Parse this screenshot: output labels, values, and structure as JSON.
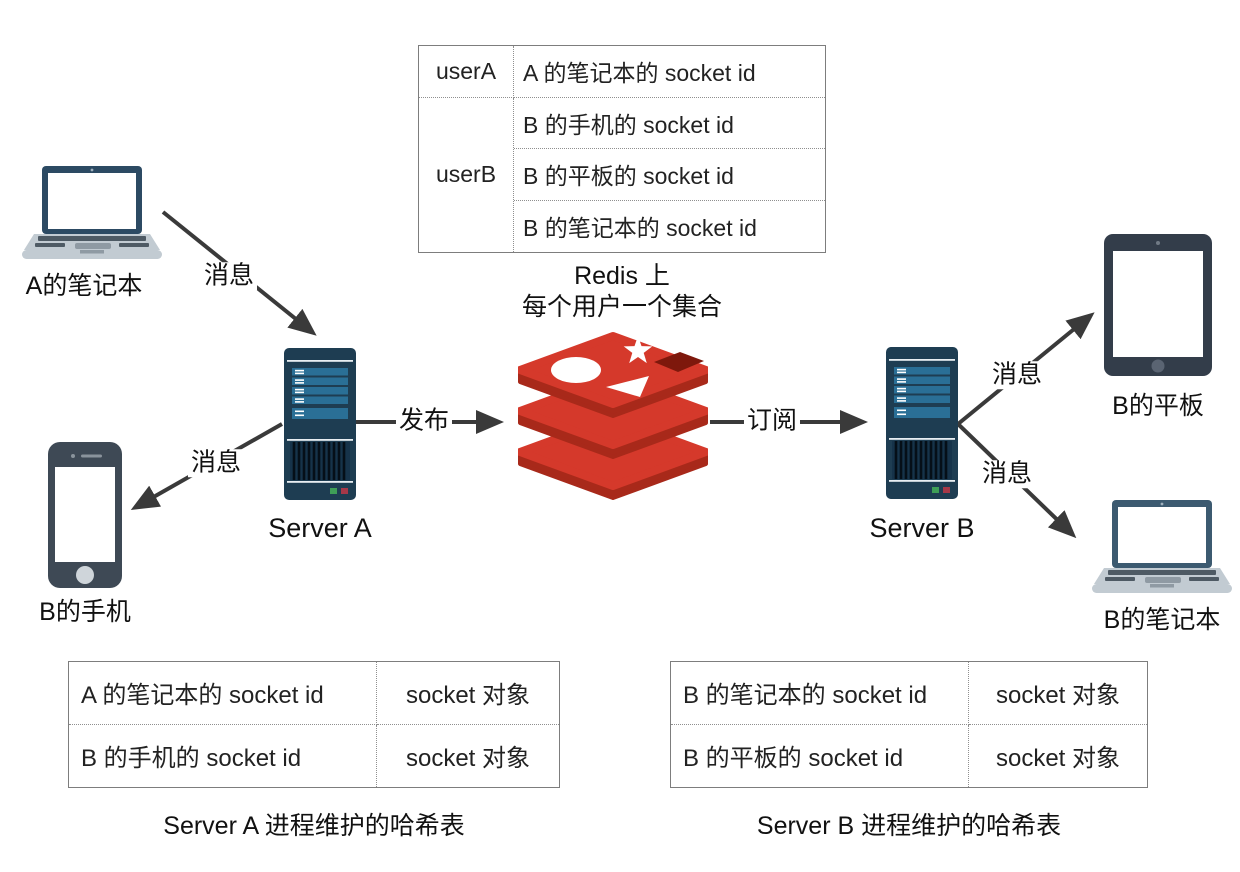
{
  "redis_set_table": {
    "rows": [
      {
        "key": "userA",
        "value": "A 的笔记本的 socket id"
      },
      {
        "key": "",
        "value": "B 的手机的 socket id"
      },
      {
        "key": "userB",
        "value": "B 的平板的 socket id"
      },
      {
        "key": "",
        "value": "B 的笔记本的 socket id"
      }
    ],
    "caption": [
      "Redis 上",
      "每个用户一个集合"
    ]
  },
  "devices": {
    "laptop_a": "A的笔记本",
    "phone_b": "B的手机",
    "tablet_b": "B的平板",
    "laptop_b": "B的笔记本"
  },
  "servers": {
    "server_a": "Server A",
    "server_b": "Server B"
  },
  "arrows": {
    "laptop_a_to_server_a": "消息",
    "server_a_to_phone_b": "消息",
    "server_a_to_redis": "发布",
    "redis_to_server_b": "订阅",
    "server_b_to_tablet_b": "消息",
    "server_b_to_laptop_b": "消息"
  },
  "hash_table_a": {
    "rows": [
      {
        "key": "A 的笔记本的 socket id",
        "value": "socket 对象"
      },
      {
        "key": "B 的手机的 socket id",
        "value": "socket 对象"
      }
    ],
    "caption": "Server A 进程维护的哈希表"
  },
  "hash_table_b": {
    "rows": [
      {
        "key": "B 的笔记本的 socket id",
        "value": "socket 对象"
      },
      {
        "key": "B 的平板的 socket id",
        "value": "socket 对象"
      }
    ],
    "caption": "Server B 进程维护的哈希表"
  },
  "colors": {
    "arrow": "#3a3a3a",
    "redis_red": "#d5392b",
    "redis_dark_red": "#a8291a",
    "redis_hole": "#7e180c",
    "server_body": "#1e3d52",
    "server_bar": "#2a6f96",
    "led_green": "#3f9e57",
    "led_red": "#a63848",
    "table_border": "#7d7d7d"
  }
}
